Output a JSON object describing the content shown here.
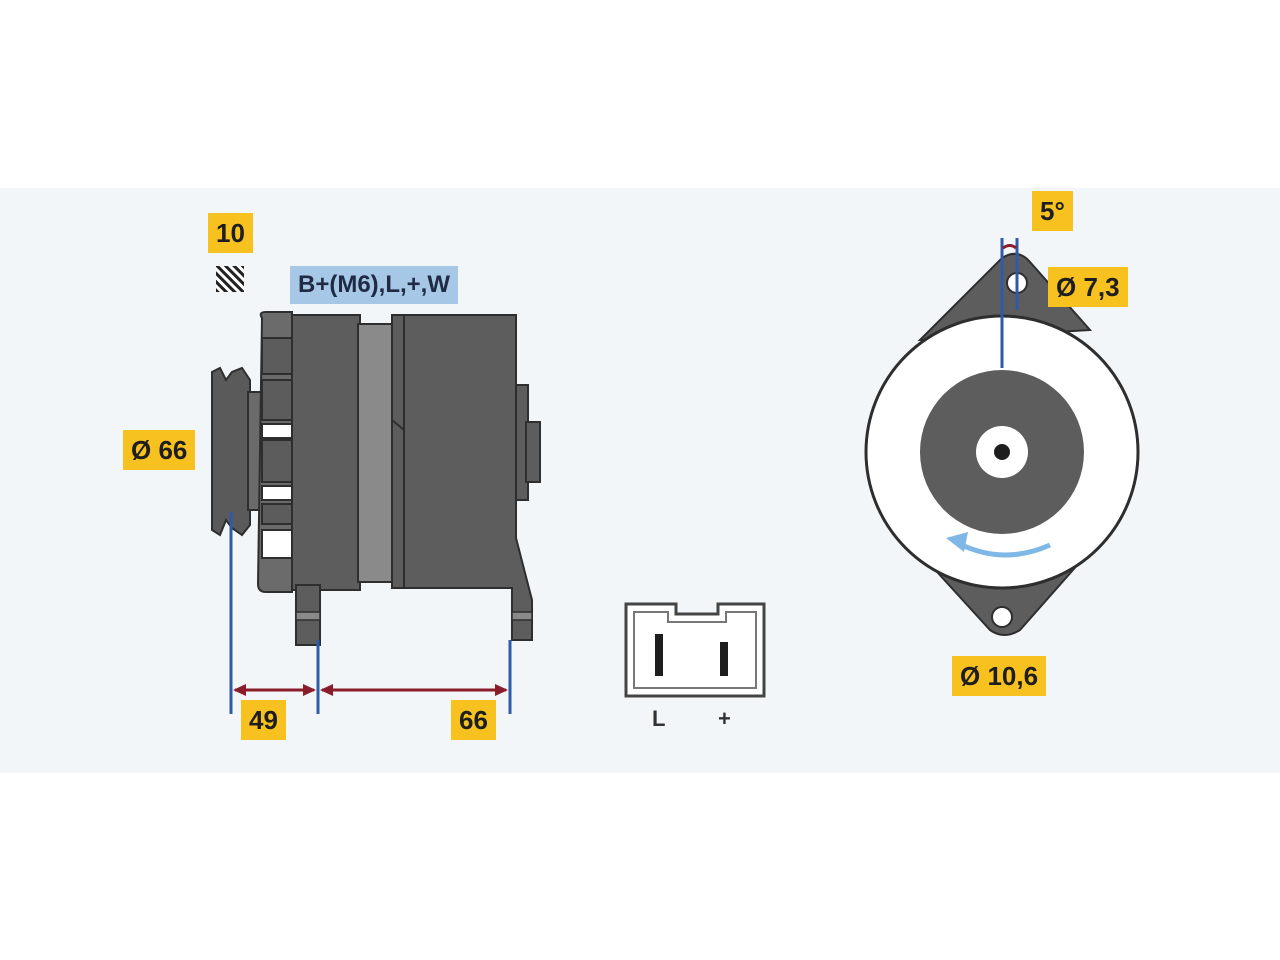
{
  "labels": {
    "code_10": "10",
    "connection": "B+(M6),L,+,W",
    "pulley_diameter": "Ø 66",
    "dim_49": "49",
    "dim_66": "66",
    "angle": "5°",
    "hole_top": "Ø 7,3",
    "hole_bottom": "Ø 10,6",
    "terminal_l": "L",
    "terminal_plus": "+"
  },
  "colors": {
    "label_bg": "#f7c21f",
    "connection_bg": "#a7c7e7",
    "body": "#5b5b5b",
    "dimension_line": "#2f5aa8",
    "dimension_arrow": "#8b1c2a",
    "rotation_arrow": "#7fb7e6"
  },
  "icons": {
    "terminal_symbol": "hatched-square-icon",
    "rotation": "rotation-arrow-icon"
  }
}
